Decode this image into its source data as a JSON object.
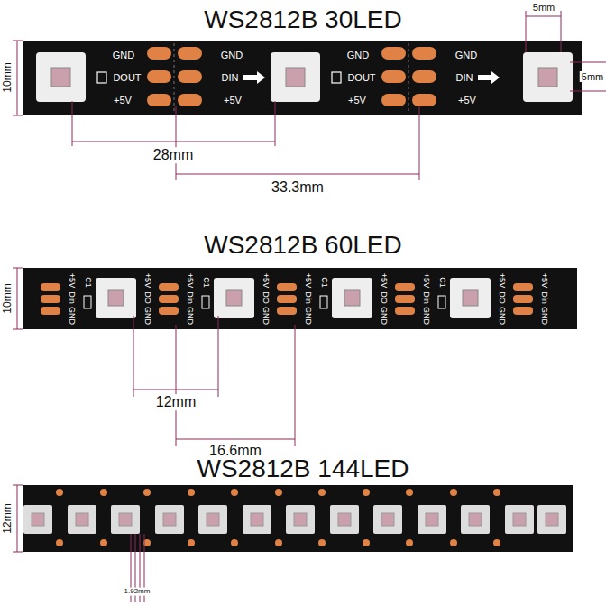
{
  "diagram": {
    "labels": [
      "WS2812B 30LED",
      "5mm",
      "10mm",
      "5mm",
      "GND",
      "DOUT",
      "+5V",
      "GND",
      "DIN",
      "+5V",
      "GND",
      "DOUT",
      "+5V",
      "GND",
      "DIN",
      "+5V",
      "28mm",
      "33.3mm",
      "WS2812B 60LED",
      "10mm",
      "+5V",
      "Din",
      "GND",
      "C1",
      "+5V",
      "DO",
      "GND",
      "+5V",
      "Din",
      "GND",
      "C1",
      "+5V",
      "DO",
      "GND",
      "+5V",
      "Din",
      "GND",
      "C1",
      "+5V",
      "DO",
      "GND",
      "+5V",
      "Din",
      "GND",
      "C1",
      "+5V",
      "DO",
      "GND",
      "+5V",
      "Din",
      "GND",
      "12mm",
      "16.6mm",
      "WS2812B 144LED",
      "12mm",
      "1.92mm"
    ]
  }
}
